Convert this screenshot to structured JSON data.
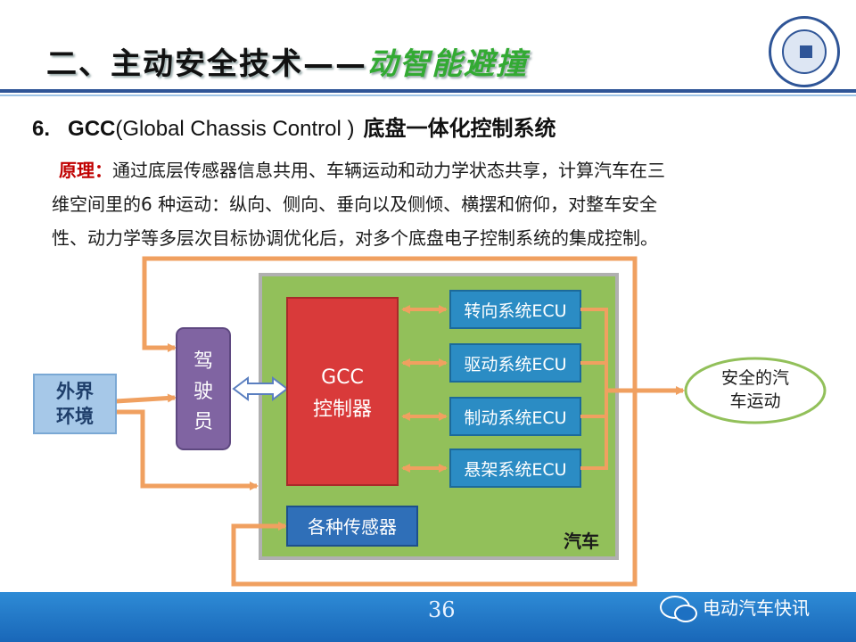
{
  "slide": {
    "title_main": "二、主动安全技术——",
    "title_accent": "动智能避撞",
    "page_number": "36"
  },
  "heading": {
    "number": "6.",
    "acronym": "GCC",
    "full_name": "(Global Chassis Control )",
    "chinese": "底盘一体化控制系统"
  },
  "principle": {
    "label": "原理：",
    "line1": "通过底层传感器信息共用、车辆运动和动力学状态共享，计算汽车在三",
    "line2": "维空间里的6 种运动：纵向、侧向、垂向以及侧倾、横摆和俯仰，对整车安全",
    "line3": "性、动力学等多层次目标协调优化后，对多个底盘电子控制系统的集成控制。"
  },
  "diagram": {
    "external": [
      "外界",
      "环境"
    ],
    "driver": [
      "驾",
      "驶",
      "员"
    ],
    "controller": [
      "GCC",
      "控制器"
    ],
    "ecus": [
      "转向系统ECU",
      "驱动系统ECU",
      "制动系统ECU",
      "悬架系统ECU"
    ],
    "sensors": "各种传感器",
    "car_label": "汽车",
    "output": [
      "安全的汽",
      "车运动"
    ]
  },
  "colors": {
    "car_bg": "#92c05a",
    "controller": "#d93a3a",
    "driver": "#8064a2",
    "ecu": "#2b8cc4",
    "sensor": "#2f6fb8",
    "external": "#a6c8e8",
    "arrow": "#f0a060",
    "header_rule": "#2f5597"
  },
  "footer": {
    "brand": "电动汽车快讯"
  }
}
